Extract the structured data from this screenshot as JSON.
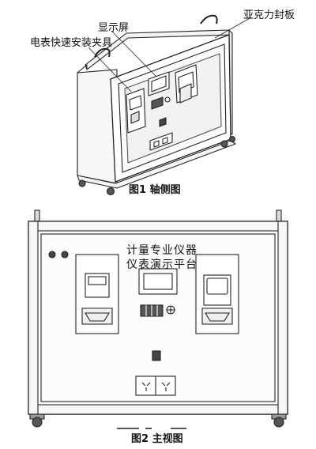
{
  "figure1": {
    "caption": "图1  轴侧图",
    "callouts": {
      "meter_clamp": "电表快速安装夹具",
      "display_screen": "显示屏",
      "acrylic_cover": "亚克力封板"
    }
  },
  "figure2": {
    "caption": "图2  主视图",
    "title_line1": "计量专业仪器",
    "title_line2": "仪表演示平台"
  }
}
